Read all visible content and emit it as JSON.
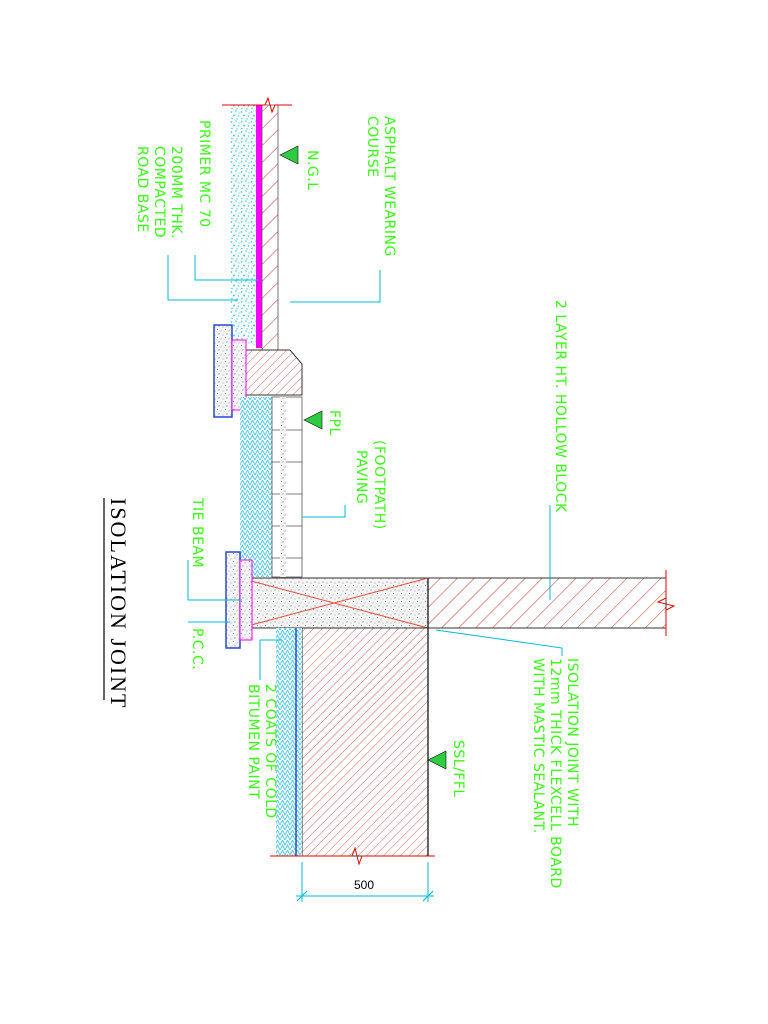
{
  "title": "ISOLATION JOINT",
  "labels": {
    "asphalt": [
      "ASPHALT WEARING",
      "COURSE"
    ],
    "primer": "PRIMER MC 70",
    "road_base": [
      "200MM THK.",
      "COMPACTED",
      "ROAD BASE"
    ],
    "ngl": "N.G.L",
    "fpl": "FPL",
    "paving": [
      "(FOOTPATH)",
      "PAVING"
    ],
    "hollow_block": "2 LAYER HT. HOLLOW BLOCK",
    "tie_beam": "TIE BEAM",
    "pcc": "P.C.C.",
    "bitumen": [
      "2 COATS OF COLD",
      "BITUMEN PAINT"
    ],
    "isolation": [
      "ISOLATION JOINT WITH",
      "12mm THICK FLEXCELL BOARD",
      "WITH MASTIC SEALANT."
    ],
    "ssl": "SSL/FFL"
  },
  "dimension": "500",
  "colors": {
    "label": "#39ff14",
    "leader": "#00bcd4",
    "hatch": "#c0392b",
    "primer": "#ff00ff",
    "level_marker": "#2ecc40",
    "pcc_outline": "#2a4ad0",
    "base": "#48c7e8"
  }
}
